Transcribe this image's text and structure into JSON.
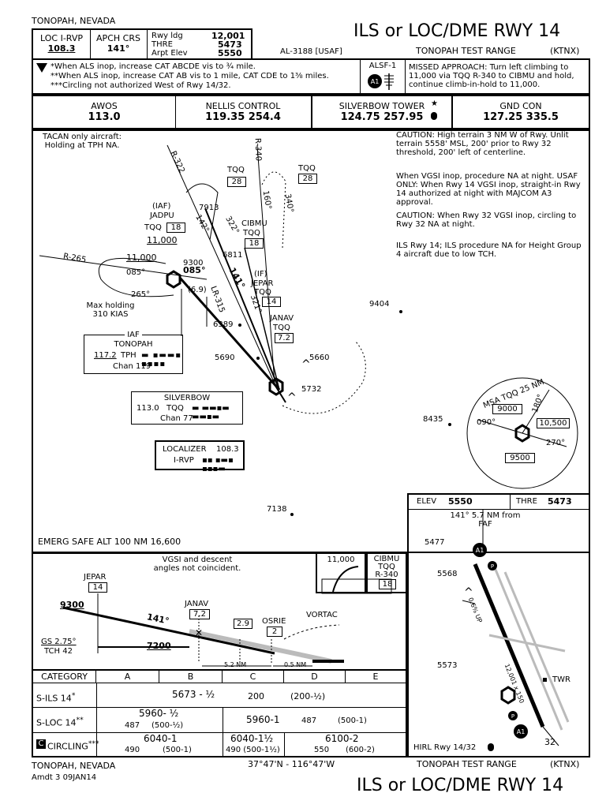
{
  "header": {
    "location": "TONOPAH, NEVADA",
    "title": "ILS or LOC/DME RWY 14",
    "loc_label": "LOC I-RVP",
    "loc_freq": "108.3",
    "apch_crs_label": "APCH CRS",
    "apch_crs": "141°",
    "rwy_ldg_label": "Rwy ldg",
    "rwy_ldg": "12,001",
    "thre_label": "THRE",
    "thre": "5473",
    "arpt_elev_label": "Arpt Elev",
    "arpt_elev": "5550",
    "procedure_id": "AL-3188 [USAF]",
    "airport": "TONOPAH TEST RANGE",
    "ident": "(KTNX)"
  },
  "notes": {
    "line1": "*When ALS inop, increase CAT ABCDE vis to ¾ mile.",
    "line2": "**When ALS inop, increase CAT AB vis to 1 mile, CAT CDE to 1⅜ miles.",
    "line3": "***Circling not authorized West of Rwy 14/32.",
    "alsf": "ALSF-1",
    "missed_approach": "MISSED APPROACH: Turn left climbing to 11,000 via TQQ R-340 to CIBMU and hold, continue climb-in-hold to 11,000."
  },
  "comms": [
    {
      "name": "AWOS",
      "freq": "113.0"
    },
    {
      "name": "NELLIS CONTROL",
      "freq": "119.35  254.4"
    },
    {
      "name": "SILVERBOW TOWER",
      "freq": "124.75  257.95"
    },
    {
      "name": "GND CON",
      "freq": "127.25  335.5"
    }
  ],
  "plan": {
    "caution1": "CAUTION:  High terrain 3 NM W of Rwy. Unlit terrain 5558' MSL, 200' prior to Rwy 32 threshold, 200' left of centerline.",
    "vgsi_note": "When VGSI inop, procedure NA at night. USAF ONLY: When Rwy 14 VGSI inop, straight-in Rwy 14 authorized at night with MAJCOM A3 approval.",
    "caution2": "CAUTION:  When Rwy 32 VGSI inop, circling to Rwy 32 NA at night.",
    "ils_note": "ILS Rwy 14; ILS procedure NA for Height Group 4 aircraft due to low TCH.",
    "tacan_note": "TACAN only aircraft: Holding at TPH NA.",
    "max_holding": "Max holding 310 KIAS",
    "iaf_label": "IAF",
    "tonopah_name": "TONOPAH",
    "tph_freq": "117.2",
    "tph_id": "TPH",
    "tph_chan": "Chan 119",
    "silverbow_name": "SILVERBOW",
    "tqq_freq": "113.0",
    "tqq_id": "TQQ",
    "tqq_chan": "Chan 77",
    "localizer_label": "LOCALIZER",
    "localizer_freq": "108.3",
    "localizer_id": "I-RVP",
    "emerg_safe_alt": "EMERG SAFE ALT 100 NM 16,600",
    "iaf_fix": "(IAF)",
    "jadpu": "JADPU",
    "jadpu_tqq": "TQQ",
    "jadpu_dme": "18",
    "jadpu_alt": "11,000",
    "alt_11000_b": "11,000",
    "cibmu": "CIBMU",
    "cibmu_tqq": "TQQ",
    "cibmu_dme": "18",
    "if_fix": "(IF)",
    "jepar": "JEPAR",
    "jepar_tqq": "TQQ",
    "jepar_dme": "14",
    "janav": "JANAV",
    "janav_tqq": "TQQ",
    "janav_dme": "7.2",
    "tqq_hold_a": "TQQ",
    "tqq_hold_a_dme": "28",
    "tqq_hold_b": "TQQ",
    "tqq_hold_b_dme": "28",
    "r322": "R-322",
    "r340": "R-340",
    "r265": "R-265",
    "lr315": "LR-315",
    "c142": "142°",
    "c322": "322°",
    "c160": "160°",
    "c340": "340°",
    "c085": "085°",
    "c085b": "085°",
    "c265": "265°",
    "c141": "141°",
    "c321": "321°",
    "d69": "(6.9)",
    "e7913": "7913",
    "e9300": "9300",
    "e6811": "6811",
    "e6389": "6389",
    "e9404": "9404",
    "e5690": "5690",
    "e5660": "5660",
    "e5732": "5732",
    "e8435": "8435",
    "e7138": "7138",
    "msa_title": "MSA TQQ 25 NM",
    "msa_9000": "9000",
    "msa_10500": "10,500",
    "msa_9500": "9500",
    "msa_180": "180°",
    "msa_090": "090°",
    "msa_270": "270°"
  },
  "profile": {
    "vgsi_note": "VGSI and descent angles not coincident.",
    "ma_alt": "11,000",
    "cibmu": "CIBMU",
    "cibmu_tqq": "TQQ",
    "cibmu_r": "R-340",
    "cibmu_dme": "18",
    "jepar": "JEPAR",
    "jepar_dme": "14",
    "alt_9300": "9300",
    "janav": "JANAV",
    "janav_dme": "7.2",
    "course": "141°",
    "dme_29": "2.9",
    "osrie": "OSRIE",
    "osrie_dme": "2",
    "vortac": "VORTAC",
    "gs": "GS 2.75°",
    "tch": "TCH 42",
    "alt_7200": "7200",
    "dist1": "5.2 NM",
    "dist2": "0.5 NM"
  },
  "minima": {
    "headers": [
      "CATEGORY",
      "A",
      "B",
      "C",
      "D",
      "E"
    ],
    "sils": {
      "label": "S-ILS 14",
      "star": "*",
      "main": "5673 - ½",
      "hat": "200",
      "hat_paren": "(200-½)"
    },
    "sloc": {
      "label": "S-LOC 14",
      "star": "**",
      "ab_main": "5960- ½",
      "ab_hat": "487",
      "ab_paren": "(500-½)",
      "cde_main": "5960-1",
      "cde_hat": "487",
      "cde_paren": "(500-1)"
    },
    "circ": {
      "badge": "C",
      "label": "CIRCLING",
      "star": "***",
      "ab_main": "6040-1",
      "ab_hat": "490",
      "ab_paren": "(500-1)",
      "c_main": "6040-1½",
      "c_hat": "490 (500-1½)",
      "de_main": "6100-2",
      "de_hat": "550",
      "de_paren": "(600-2)"
    }
  },
  "airport": {
    "elev_label": "ELEV",
    "elev": "5550",
    "thre_label": "THRE",
    "thre": "5473",
    "from_faf": "141° 5.7 NM from FAF",
    "e5477": "5477",
    "e5568": "5568",
    "e5573": "5573",
    "rwy_dims": "12,001 x 150",
    "slope": "0.6% UP",
    "twr": "TWR",
    "rwy32": "32",
    "hirl": "HIRL Rwy 14/32"
  },
  "footer": {
    "location": "TONOPAH, NEVADA",
    "amdt": "Amdt 3  09JAN14",
    "coords": "37°47'N - 116°47'W",
    "airport": "TONOPAH TEST RANGE",
    "ident": "(KTNX)",
    "title": "ILS or LOC/DME RWY 14"
  }
}
